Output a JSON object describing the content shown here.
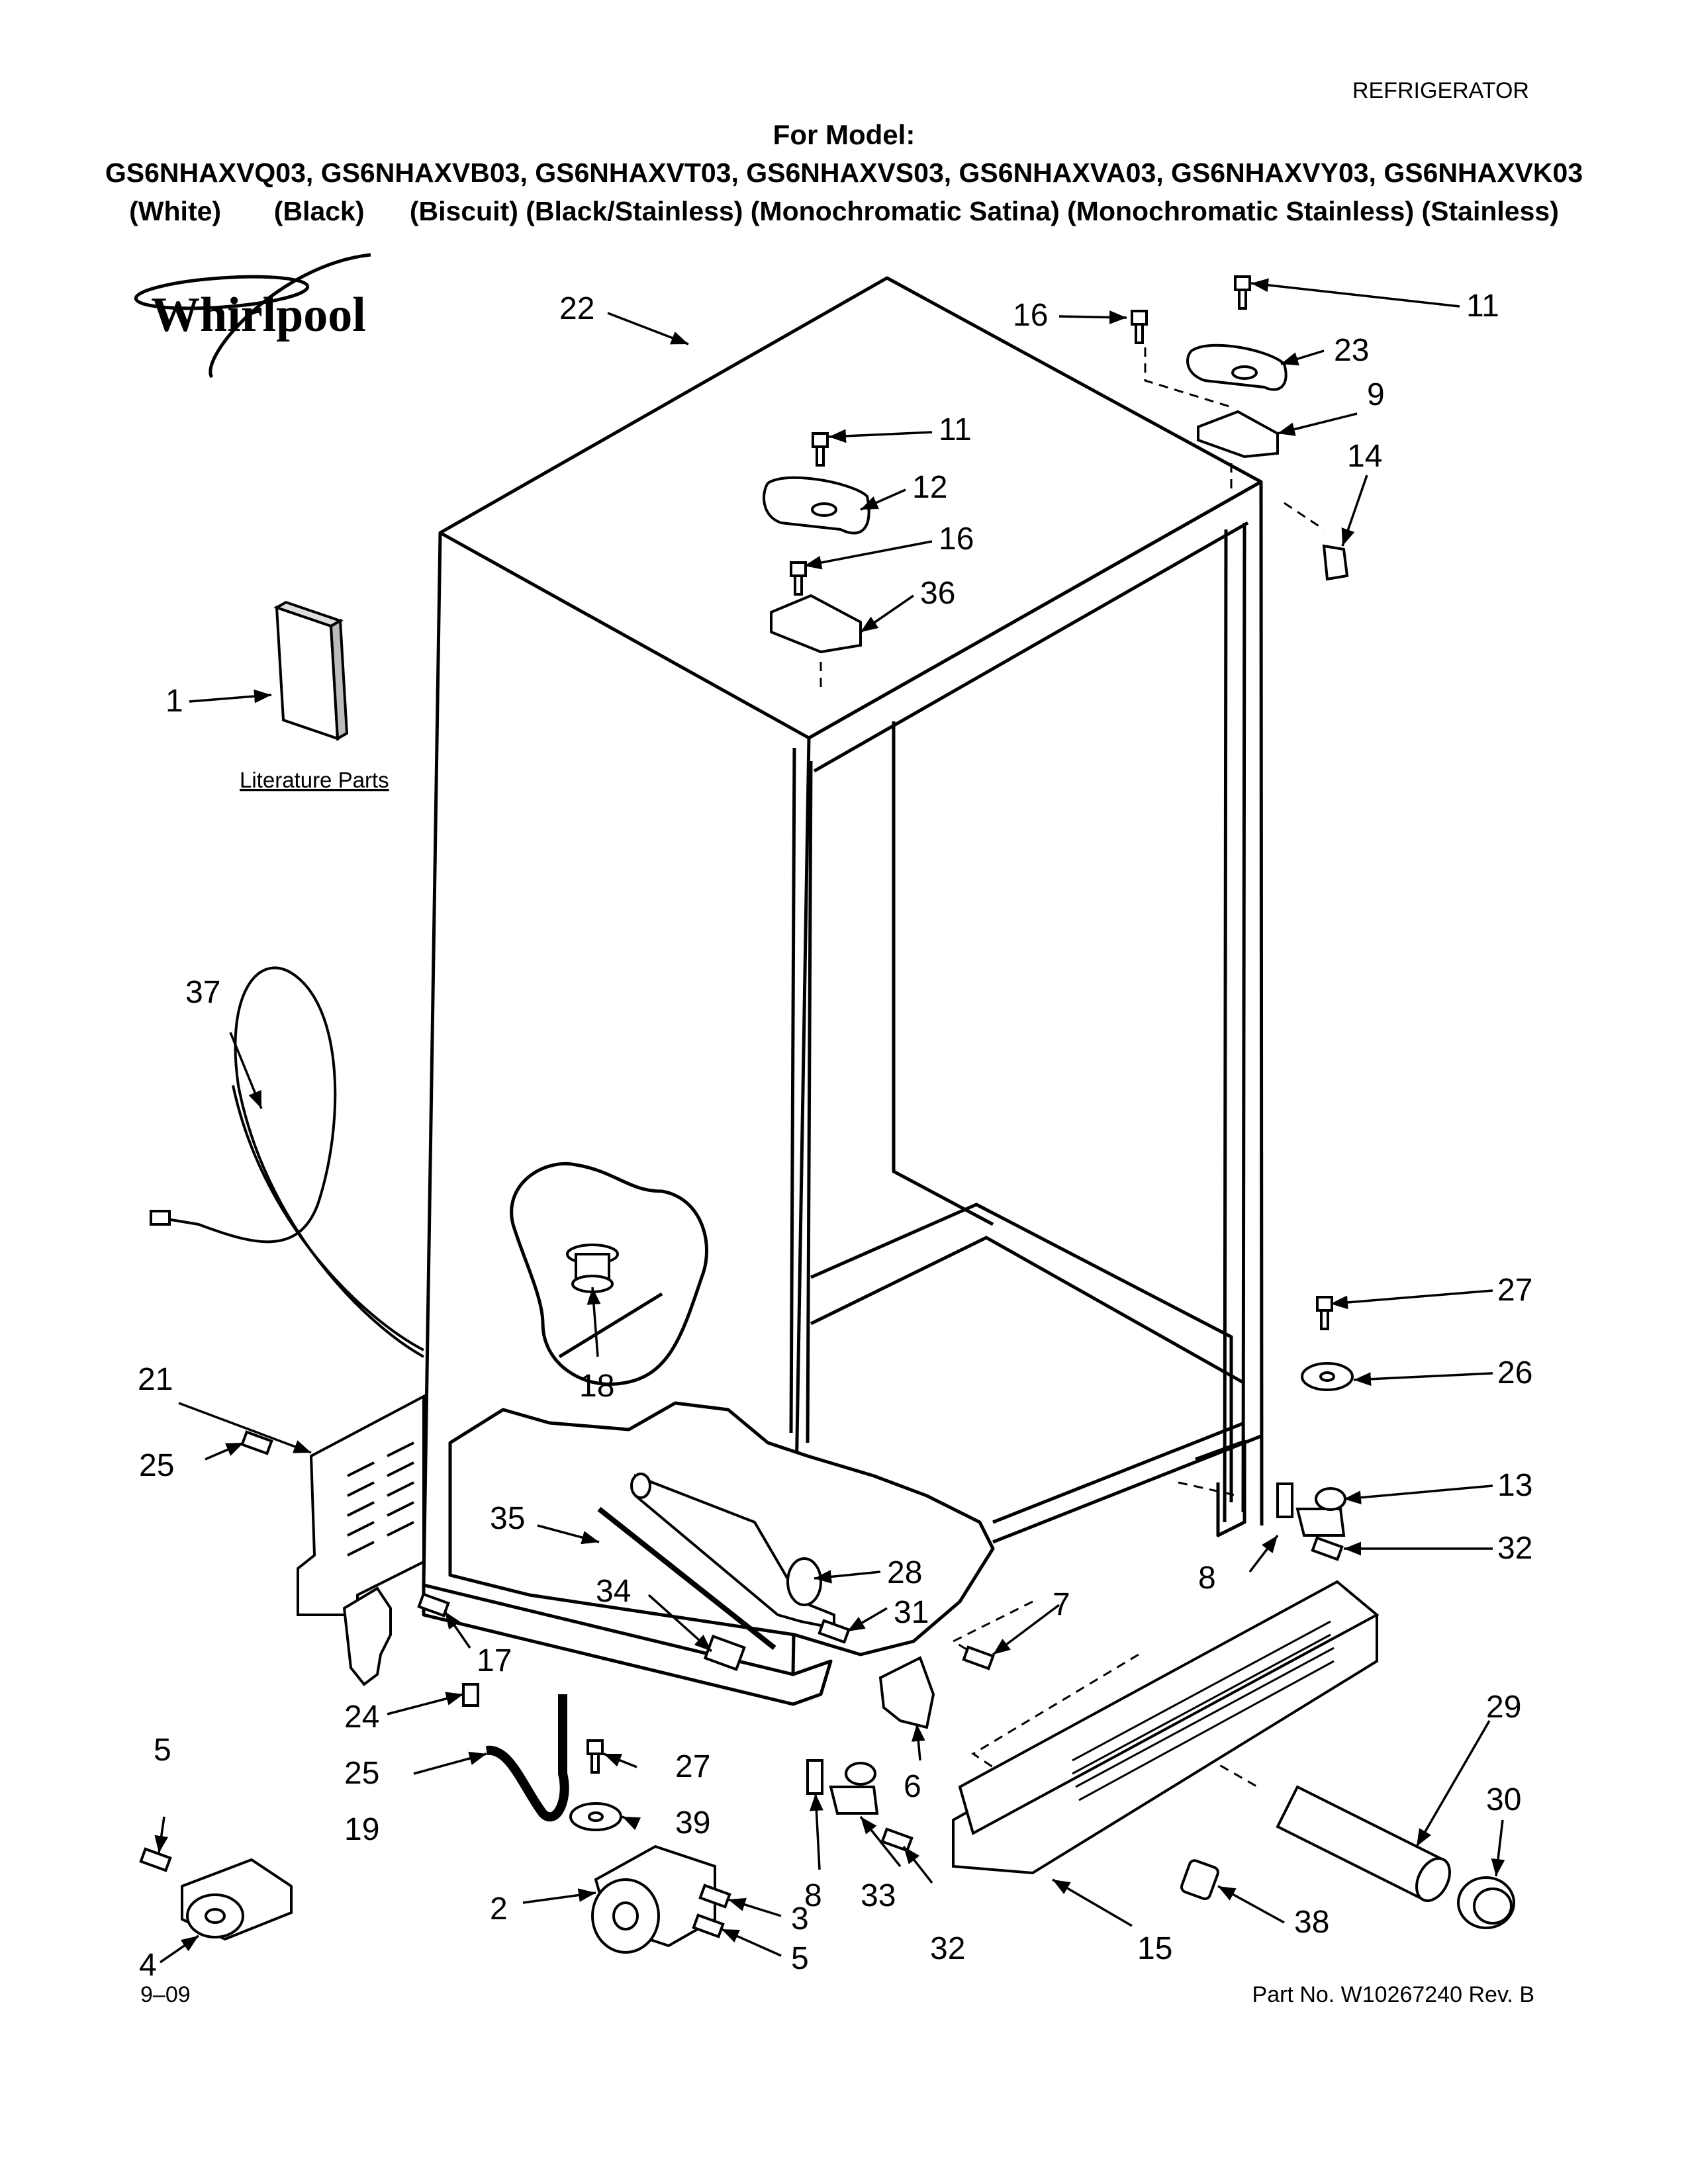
{
  "header": {
    "category": "REFRIGERATOR",
    "for_model_label": "For Model:",
    "models": "GS6NHAXVQ03, GS6NHAXVB03, GS6NHAXVT03, GS6NHAXVS03, GS6NHAXVA03, GS6NHAXVY03, GS6NHAXVK03",
    "colors": "(White)       (Black)      (Biscuit) (Black/Stainless) (Monochromatic Satina) (Monochromatic Stainless) (Stainless)"
  },
  "brand": {
    "name": "Whirlpool"
  },
  "literature_label": "Literature Parts",
  "callouts": {
    "c1": "1",
    "c2": "2",
    "c3": "3",
    "c4": "4",
    "c5a": "5",
    "c5b": "5",
    "c6": "6",
    "c7": "7",
    "c8a": "8",
    "c8b": "8",
    "c9": "9",
    "c11a": "11",
    "c11b": "11",
    "c12": "12",
    "c13": "13",
    "c14": "14",
    "c15": "15",
    "c16a": "16",
    "c16b": "16",
    "c17": "17",
    "c18": "18",
    "c19": "19",
    "c21": "21",
    "c22": "22",
    "c23": "23",
    "c24": "24",
    "c25a": "25",
    "c25b": "25",
    "c26": "26",
    "c27a": "27",
    "c27b": "27",
    "c28": "28",
    "c29": "29",
    "c30": "30",
    "c31": "31",
    "c32a": "32",
    "c32b": "32",
    "c33": "33",
    "c34": "34",
    "c35": "35",
    "c36": "36",
    "c37": "37",
    "c38": "38",
    "c39": "39"
  },
  "footer": {
    "date": "9–09",
    "part_number": "Part No. W10267240 Rev. B"
  }
}
